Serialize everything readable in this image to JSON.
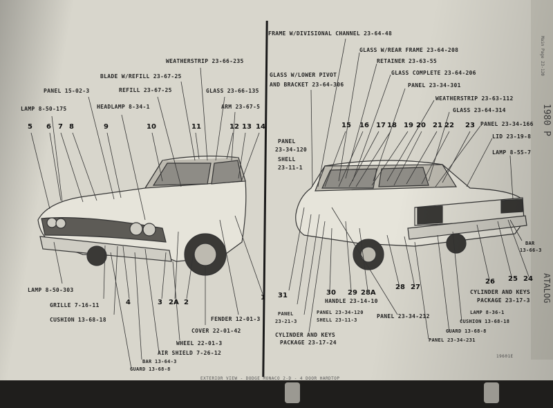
{
  "left_numbers": [
    "5",
    "6",
    "7",
    "8",
    "9",
    "10",
    "11",
    "12",
    "13",
    "14",
    "4",
    "3",
    "2A",
    "2",
    "1"
  ],
  "left_labels": {
    "weatherstrip": "WEATHERSTRIP 23-66-235",
    "blade": "BLADE W/REFILL 23-67-25",
    "refill": "REFILL 23-67-25",
    "glass": "GLASS 23-66-135",
    "arm": "ARM 23-67-5",
    "panel": "PANEL 15-02-3",
    "lamp_top": "LAMP 8-50-175",
    "headlamp": "HEADLAMP 8-34-1",
    "lamp_bottom": "LAMP 8-50-303",
    "grille": "GRILLE 7-16-11",
    "cushion": "CUSHION 13-68-18",
    "fender": "FENDER 12-01-3",
    "cover": "COVER 22-01-42",
    "wheel": "WHEEL 22-01-3",
    "air_shield": "AIR SHIELD 7-26-12",
    "bar": "BAR 13-64-3",
    "guard": "GUARD 13-68-8"
  },
  "right_numbers": [
    "15",
    "16",
    "17",
    "18",
    "19",
    "20",
    "21",
    "22",
    "23",
    "31",
    "30",
    "29",
    "28A",
    "28",
    "27",
    "26",
    "25",
    "24"
  ],
  "right_labels": {
    "frame": "FRAME W/DIVISIONAL CHANNEL 23-64-48",
    "glass_rear": "GLASS W/REAR FRAME 23-64-208",
    "retainer": "RETAINER 23-63-55",
    "glass_lower_1": "GLASS W/LOWER PIVOT",
    "glass_lower_2": "AND BRACKET 23-64-306",
    "glass_complete": "GLASS COMPLETE 23-64-206",
    "panel_301": "PANEL 23-34-301",
    "weatherstrip": "WEATHERSTRIP 23-63-112",
    "glass_314": "GLASS 23-64-314",
    "panel_166": "PANEL 23-34-166",
    "lid": "LID 23-19-8",
    "lamp": "LAMP 8-55-7",
    "panel_120a": "PANEL",
    "panel_120b": "23-34-120",
    "shell_a": "SHELL",
    "shell_b": "23-11-1",
    "bar_a": "BAR",
    "bar_b": "13-66-3",
    "cyl_keys_a": "CYLINDER AND KEYS",
    "cyl_keys_b": "PACKAGE 23-17-3",
    "lamp_b": "LAMP 8-36-1",
    "cushion": "CUSHION 13-68-18",
    "guard": "GUARD 13-68-8",
    "panel_231": "PANEL 23-34-231",
    "panel_212": "PANEL 23-34-212",
    "handle": "HANDLE 23-14-10",
    "panel_120c": "PANEL 23-34-120",
    "shell_c": "SHELL 23-11-3",
    "panel_3": "PANEL",
    "panel_3b": "23-21-3",
    "cyl_keys_c": "CYLINDER AND KEYS",
    "cyl_keys_d": "PACKAGE 23-17-24"
  },
  "footer": "EXTERIOR VIEW - DODGE MONACO 2-D - 4 DOOR HARDTOP",
  "side_text_1": "Main Page 23-120",
  "side_text_2": "1980 P",
  "side_text_3": "ATALOG",
  "page_code": "19601E"
}
